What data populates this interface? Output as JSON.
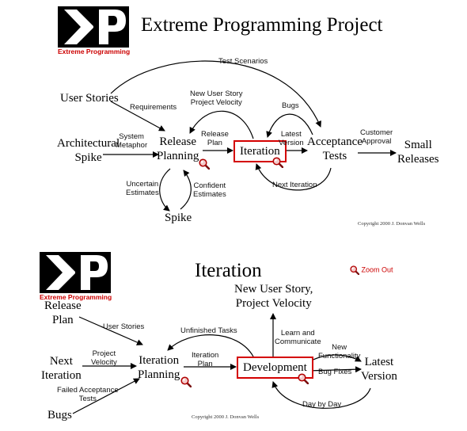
{
  "top": {
    "logo_caption": "Extreme Programming",
    "title": "Extreme Programming Project",
    "nodes": {
      "user_stories": "User Stories",
      "architectural_spike": "Architectural\nSpike",
      "release_planning": "Release\nPlanning",
      "iteration": "Iteration",
      "acceptance_tests": "Acceptance\nTests",
      "small_releases": "Small\nReleases",
      "spike": "Spike"
    },
    "labels": {
      "test_scenarios": "Test Scenarios",
      "requirements": "Requirements",
      "new_user_story": "New User Story\nProject Velocity",
      "bugs": "Bugs",
      "system_metaphor": "System\nMetaphor",
      "release_plan": "Release\nPlan",
      "latest_version": "Latest\nVersion",
      "customer_approval": "Customer\nApproval",
      "next_iteration": "Next Iteration",
      "uncertain_estimates": "Uncertain\nEstimates",
      "confident_estimates": "Confident\nEstimates"
    },
    "copyright": "Copyright 2000 J. Donvan Wells"
  },
  "bottom": {
    "logo_caption": "Extreme Programming",
    "title": "Iteration",
    "zoom_out": "Zoom Out",
    "nodes": {
      "release_plan": "Release\nPlan",
      "next_iteration": "Next\nIteration",
      "bugs": "Bugs",
      "iteration_planning": "Iteration\nPlanning",
      "development": "Development",
      "new_user_story": "New User Story,\nProject Velocity",
      "latest_version": "Latest\nVersion"
    },
    "labels": {
      "user_stories": "User Stories",
      "project_velocity": "Project\nVelocity",
      "failed_acceptance": "Failed Acceptance\nTests",
      "unfinished_tasks": "Unfinished Tasks",
      "iteration_plan": "Iteration\nPlan",
      "learn_communicate": "Learn and\nCommunicate",
      "new_functionality": "New\nFunctionality",
      "bug_fixes": "Bug Fixes",
      "day_by_day": "Day by Day"
    },
    "copyright": "Copyright 2000 J. Donvan Wells"
  },
  "icons": {
    "magnifier": "magnifier-icon",
    "logo": "xp-logo-icon"
  },
  "colors": {
    "accent_red": "#d40000",
    "text": "#000000"
  }
}
